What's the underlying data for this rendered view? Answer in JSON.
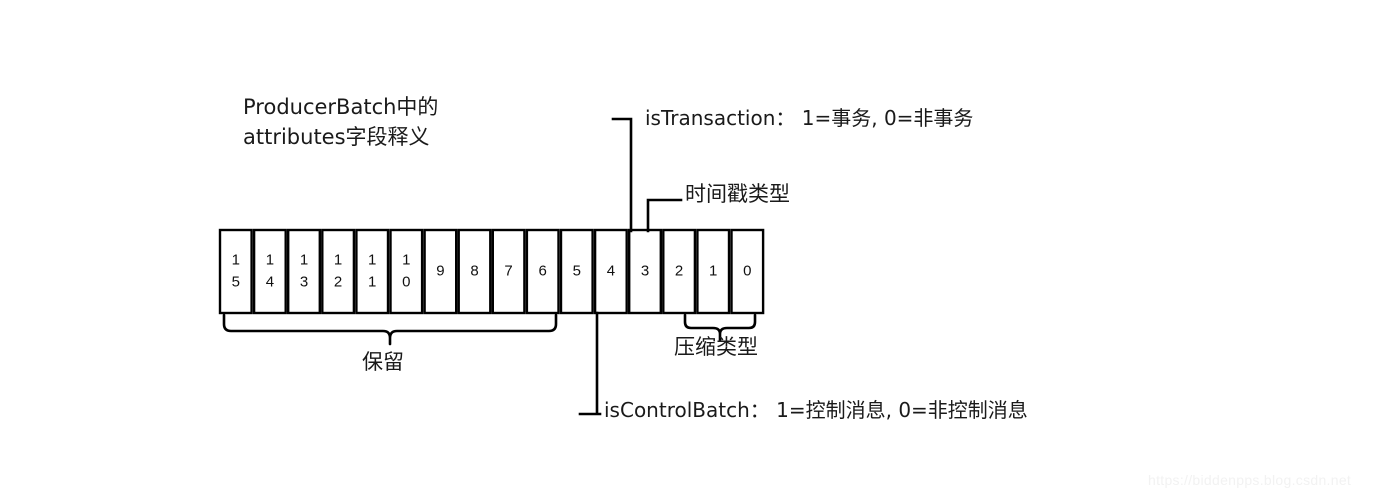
{
  "diagram": {
    "title_lines": [
      "ProducerBatch中的",
      "attributes字段释义"
    ],
    "background_color": "#ffffff",
    "line_color": "#000000",
    "text_color": "#1a1a1a",
    "bits": [
      {
        "index": 15,
        "label": "15"
      },
      {
        "index": 14,
        "label": "14"
      },
      {
        "index": 13,
        "label": "13"
      },
      {
        "index": 12,
        "label": "12"
      },
      {
        "index": 11,
        "label": "11"
      },
      {
        "index": 10,
        "label": "10"
      },
      {
        "index": 9,
        "label": "9"
      },
      {
        "index": 8,
        "label": "8"
      },
      {
        "index": 7,
        "label": "7"
      },
      {
        "index": 6,
        "label": "6"
      },
      {
        "index": 5,
        "label": "5"
      },
      {
        "index": 4,
        "label": "4"
      },
      {
        "index": 3,
        "label": "3"
      },
      {
        "index": 2,
        "label": "2"
      },
      {
        "index": 1,
        "label": "1"
      },
      {
        "index": 0,
        "label": "0"
      }
    ],
    "annotations": {
      "is_transaction": {
        "text": "isTransaction：  1=事务, 0=非事务",
        "bit": 4
      },
      "timestamp_type": {
        "text": "时间戳类型",
        "bit": 3
      },
      "is_control_batch": {
        "text": "isControlBatch：  1=控制消息, 0=非控制消息",
        "bit": 5
      },
      "reserved": {
        "text": "保留",
        "bits": [
          15,
          14,
          13,
          12,
          11,
          10,
          9,
          8,
          7,
          6
        ]
      },
      "compression_type": {
        "text": "压缩类型",
        "bits": [
          2,
          1,
          0
        ]
      }
    },
    "watermark": "https://biddenpps.blog.csdn.net"
  }
}
